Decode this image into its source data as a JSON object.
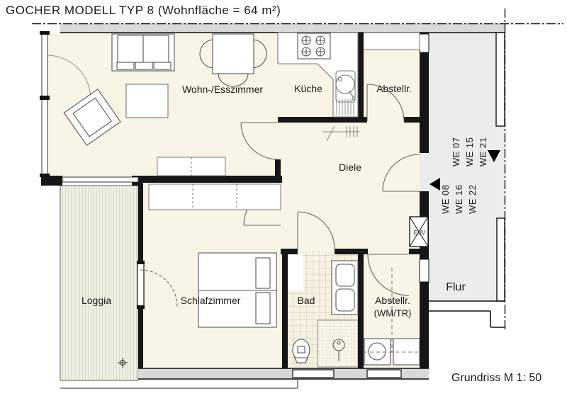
{
  "title": "GOCHER  MODELL TYP 8 (Wohnfläche = 64 m²)",
  "scale_note": "Grundriss M 1: 50",
  "rooms": {
    "living": {
      "label": "Wohn-/Esszimmer"
    },
    "kitchen": {
      "label": "Küche"
    },
    "storage_top": {
      "label": "Abstellr."
    },
    "hall": {
      "label": "Diele"
    },
    "bedroom": {
      "label": "Schlafzimmer"
    },
    "bath": {
      "label": "Bad"
    },
    "storage_bottom": {
      "label": "Abstellr.",
      "sublabel": "(WM/TR)"
    },
    "loggia": {
      "label": "Loggia"
    },
    "corridor": {
      "label": "Flur"
    }
  },
  "unit_markers": {
    "group_right": {
      "labels": [
        "WE 07",
        "WE 15",
        "WE 21"
      ],
      "arrow": "down"
    },
    "group_left": {
      "labels": [
        "WE 08",
        "WE 16",
        "WE 22"
      ],
      "arrow": "left"
    }
  },
  "electrical_box": {
    "label": "EUV"
  },
  "colors": {
    "room_fill": "#f8f4e6",
    "corridor_fill": "#ececec",
    "wall_gray": "#d9d9d9",
    "loggia_fill": "#eef0e2",
    "tile_line": "#d5c9ae",
    "line": "#1a1a1a"
  }
}
